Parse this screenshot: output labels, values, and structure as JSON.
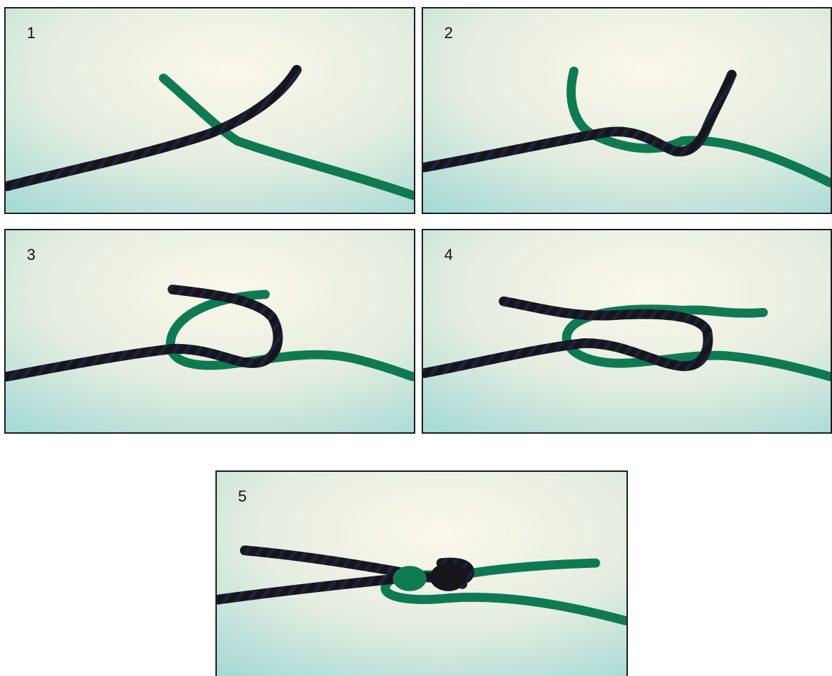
{
  "steps": [
    {
      "number": "1"
    },
    {
      "number": "2"
    },
    {
      "number": "3"
    },
    {
      "number": "4"
    },
    {
      "number": "5"
    }
  ],
  "colors": {
    "green_rope": "#0f7a52",
    "black_rope": "#16161a",
    "background_center": "#f6f3e3",
    "background_edge": "#a9dbd6",
    "frame_border": "#1c1c1c"
  }
}
